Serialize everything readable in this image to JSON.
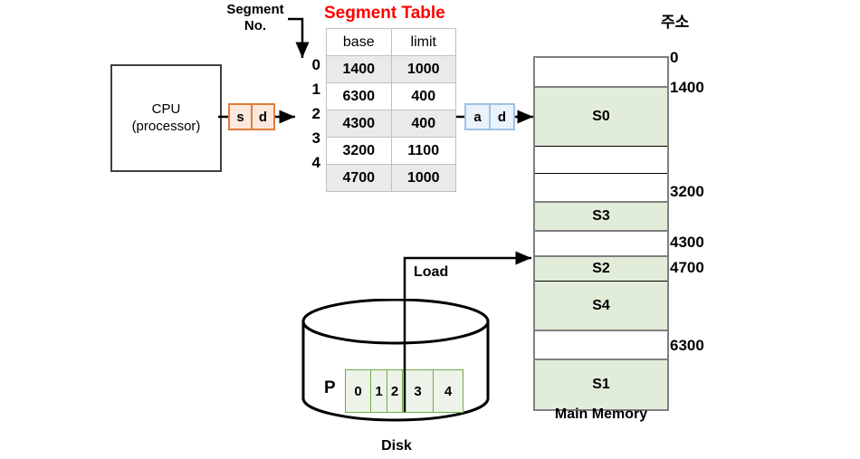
{
  "diagram": {
    "cpu": {
      "line1": "CPU",
      "line2": "(processor)"
    },
    "logical_address": {
      "segment_field": "s",
      "offset_field": "d"
    },
    "physical_address": {
      "address_field": "a",
      "offset_field": "d"
    },
    "segment_no_label": "Segment\nNo.",
    "segment_no_line1": "Segment",
    "segment_no_line2": "No.",
    "load_label": "Load",
    "disk_label": "Disk",
    "disk_process_label": "P",
    "main_memory_label": "Main Memory",
    "address_column_title": "주소"
  },
  "segment_table": {
    "title": "Segment Table",
    "title_color": "#FF0000",
    "headers": [
      "base",
      "limit"
    ],
    "row_indices": [
      "0",
      "1",
      "2",
      "3",
      "4"
    ],
    "rows": [
      {
        "index": "0",
        "base": "1400",
        "limit": "1000",
        "shaded": true
      },
      {
        "index": "1",
        "base": "6300",
        "limit": "400",
        "shaded": false
      },
      {
        "index": "2",
        "base": "4300",
        "limit": "400",
        "shaded": true
      },
      {
        "index": "3",
        "base": "3200",
        "limit": "1100",
        "shaded": false
      },
      {
        "index": "4",
        "base": "4700",
        "limit": "1000",
        "shaded": true
      }
    ]
  },
  "main_memory": {
    "blocks": [
      {
        "label": "",
        "segment": false
      },
      {
        "label": "S0",
        "segment": true
      },
      {
        "label": "",
        "segment": false
      },
      {
        "label": "",
        "segment": false
      },
      {
        "label": "S3",
        "segment": true
      },
      {
        "label": "",
        "segment": false
      },
      {
        "label": "S2",
        "segment": true
      },
      {
        "label": "S4",
        "segment": true
      },
      {
        "label": "",
        "segment": false
      },
      {
        "label": "S1",
        "segment": true
      }
    ],
    "address_marks": [
      "0",
      "1400",
      "3200",
      "4300",
      "4700",
      "6300"
    ]
  },
  "disk": {
    "blocks": [
      "0",
      "1",
      "2",
      "3",
      "4"
    ]
  },
  "colors": {
    "segment_fill": "#E2EDD9",
    "segment_border": "#70AD47",
    "logical_border": "#E07B39",
    "logical_fill": "#FCE9DD",
    "physical_border": "#9DC3E6",
    "physical_fill": "#EAF2FA",
    "table_shade": "#EAEAEA"
  }
}
